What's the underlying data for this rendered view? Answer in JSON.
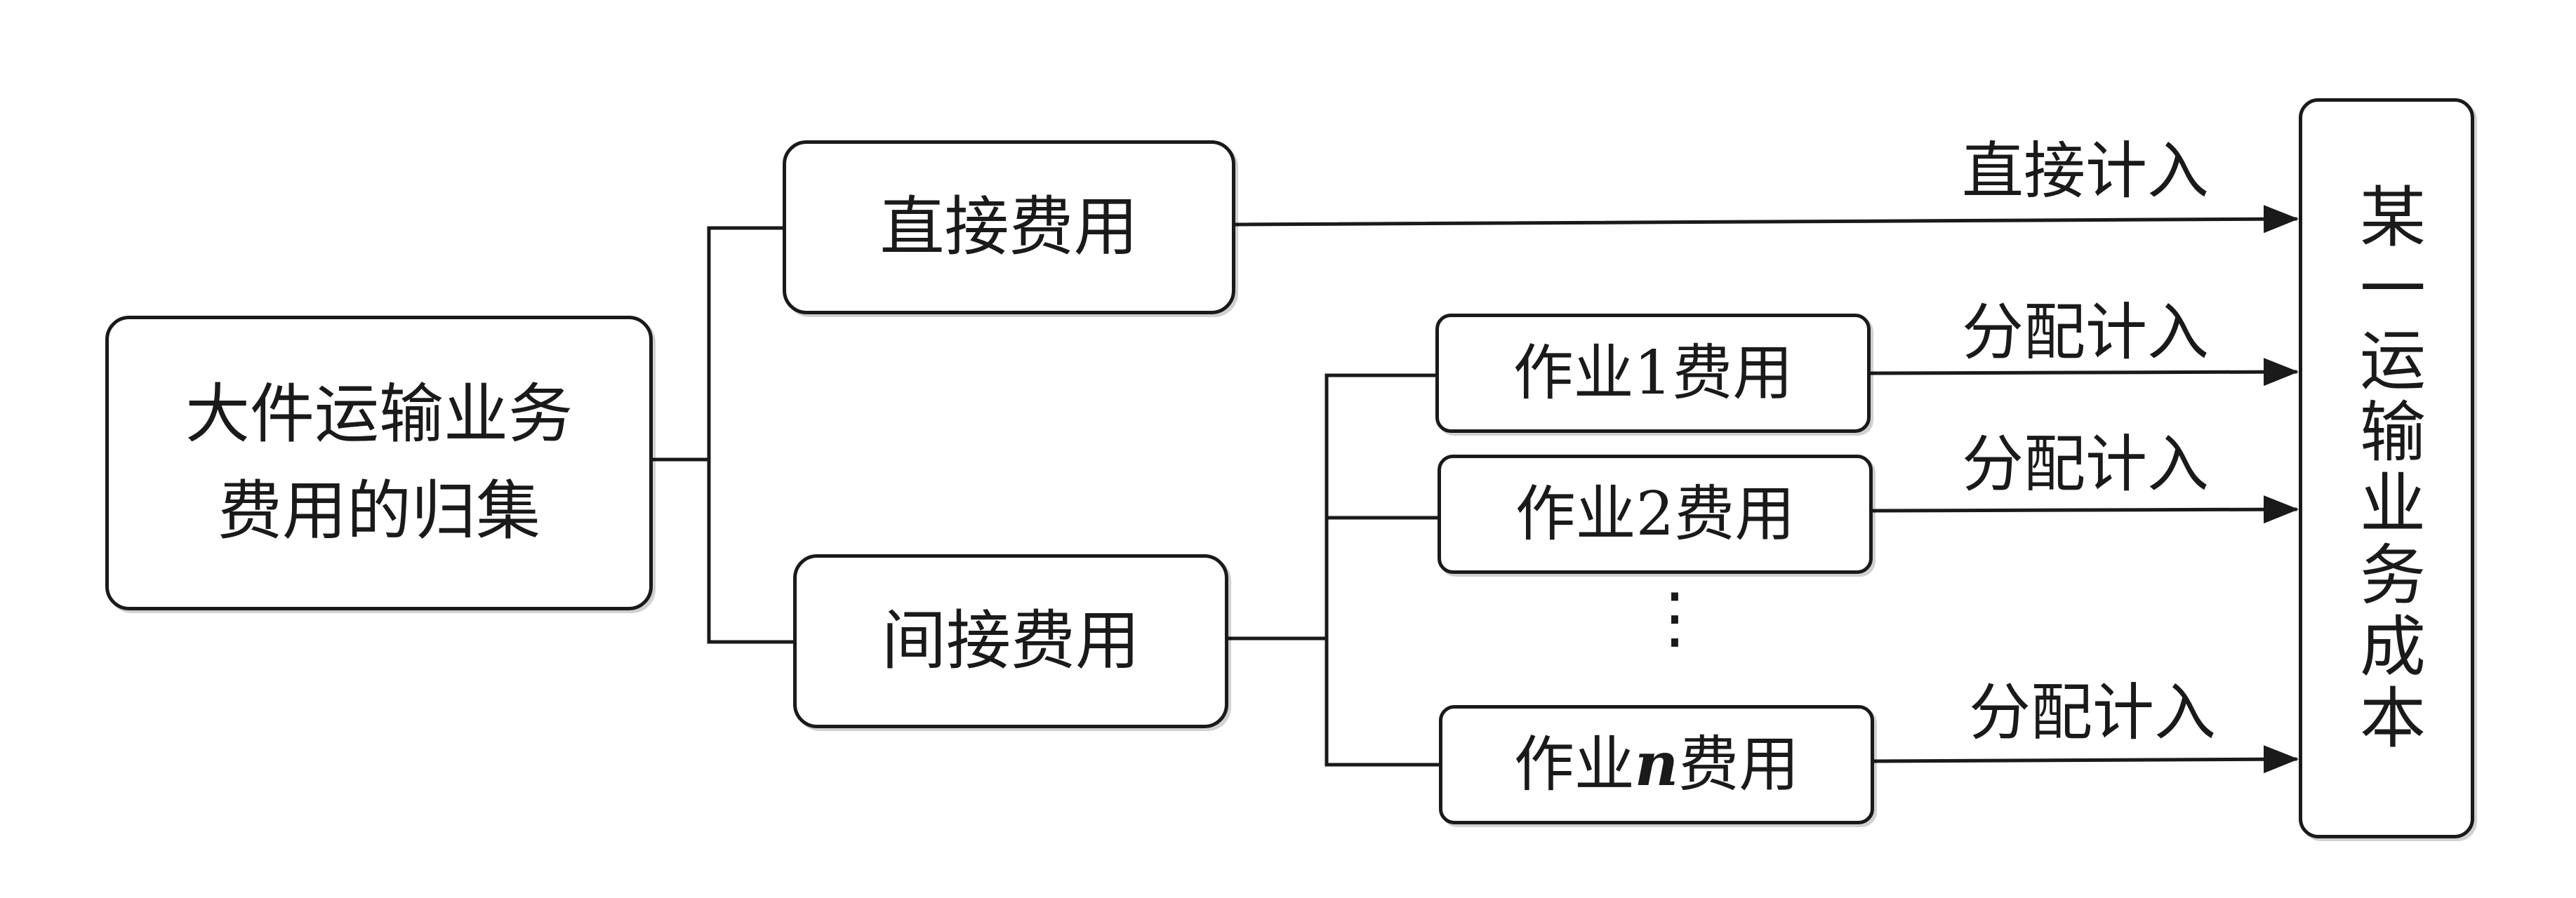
{
  "nodes": {
    "root": "大件运输业务费用的归集",
    "direct": "直接费用",
    "indirect": "间接费用",
    "job1": "作业1费用",
    "job2": "作业2费用",
    "jobn": {
      "prefix": "作业",
      "variable": "n",
      "suffix": "费用"
    },
    "target": "某一运输业务成本"
  },
  "edge_labels": {
    "direct": "直接计入",
    "alloc1": "分配计入",
    "alloc2": "分配计入",
    "allocn": "分配计入"
  },
  "ellipsis": "⋮",
  "colors": {
    "stroke": "#1a1a1a",
    "background": "#ffffff"
  }
}
